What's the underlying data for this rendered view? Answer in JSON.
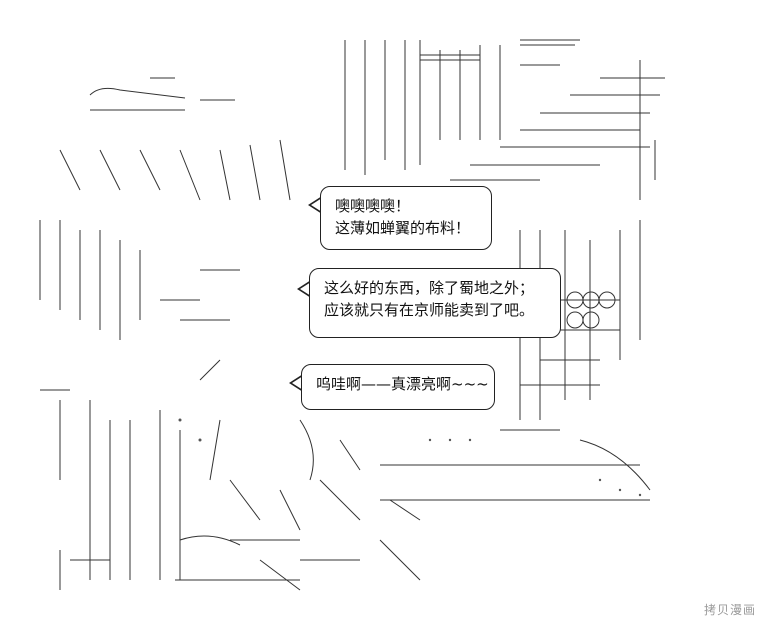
{
  "bubbles": [
    {
      "lines": [
        "噢噢噢噢！",
        "这薄如蝉翼的布料！"
      ]
    },
    {
      "lines": [
        "这么好的东西，除了蜀地之外；",
        "应该就只有在京师能卖到了吧。"
      ]
    },
    {
      "lines": [
        "呜哇啊——真漂亮啊~~~"
      ]
    }
  ],
  "watermark": "拷贝漫画"
}
